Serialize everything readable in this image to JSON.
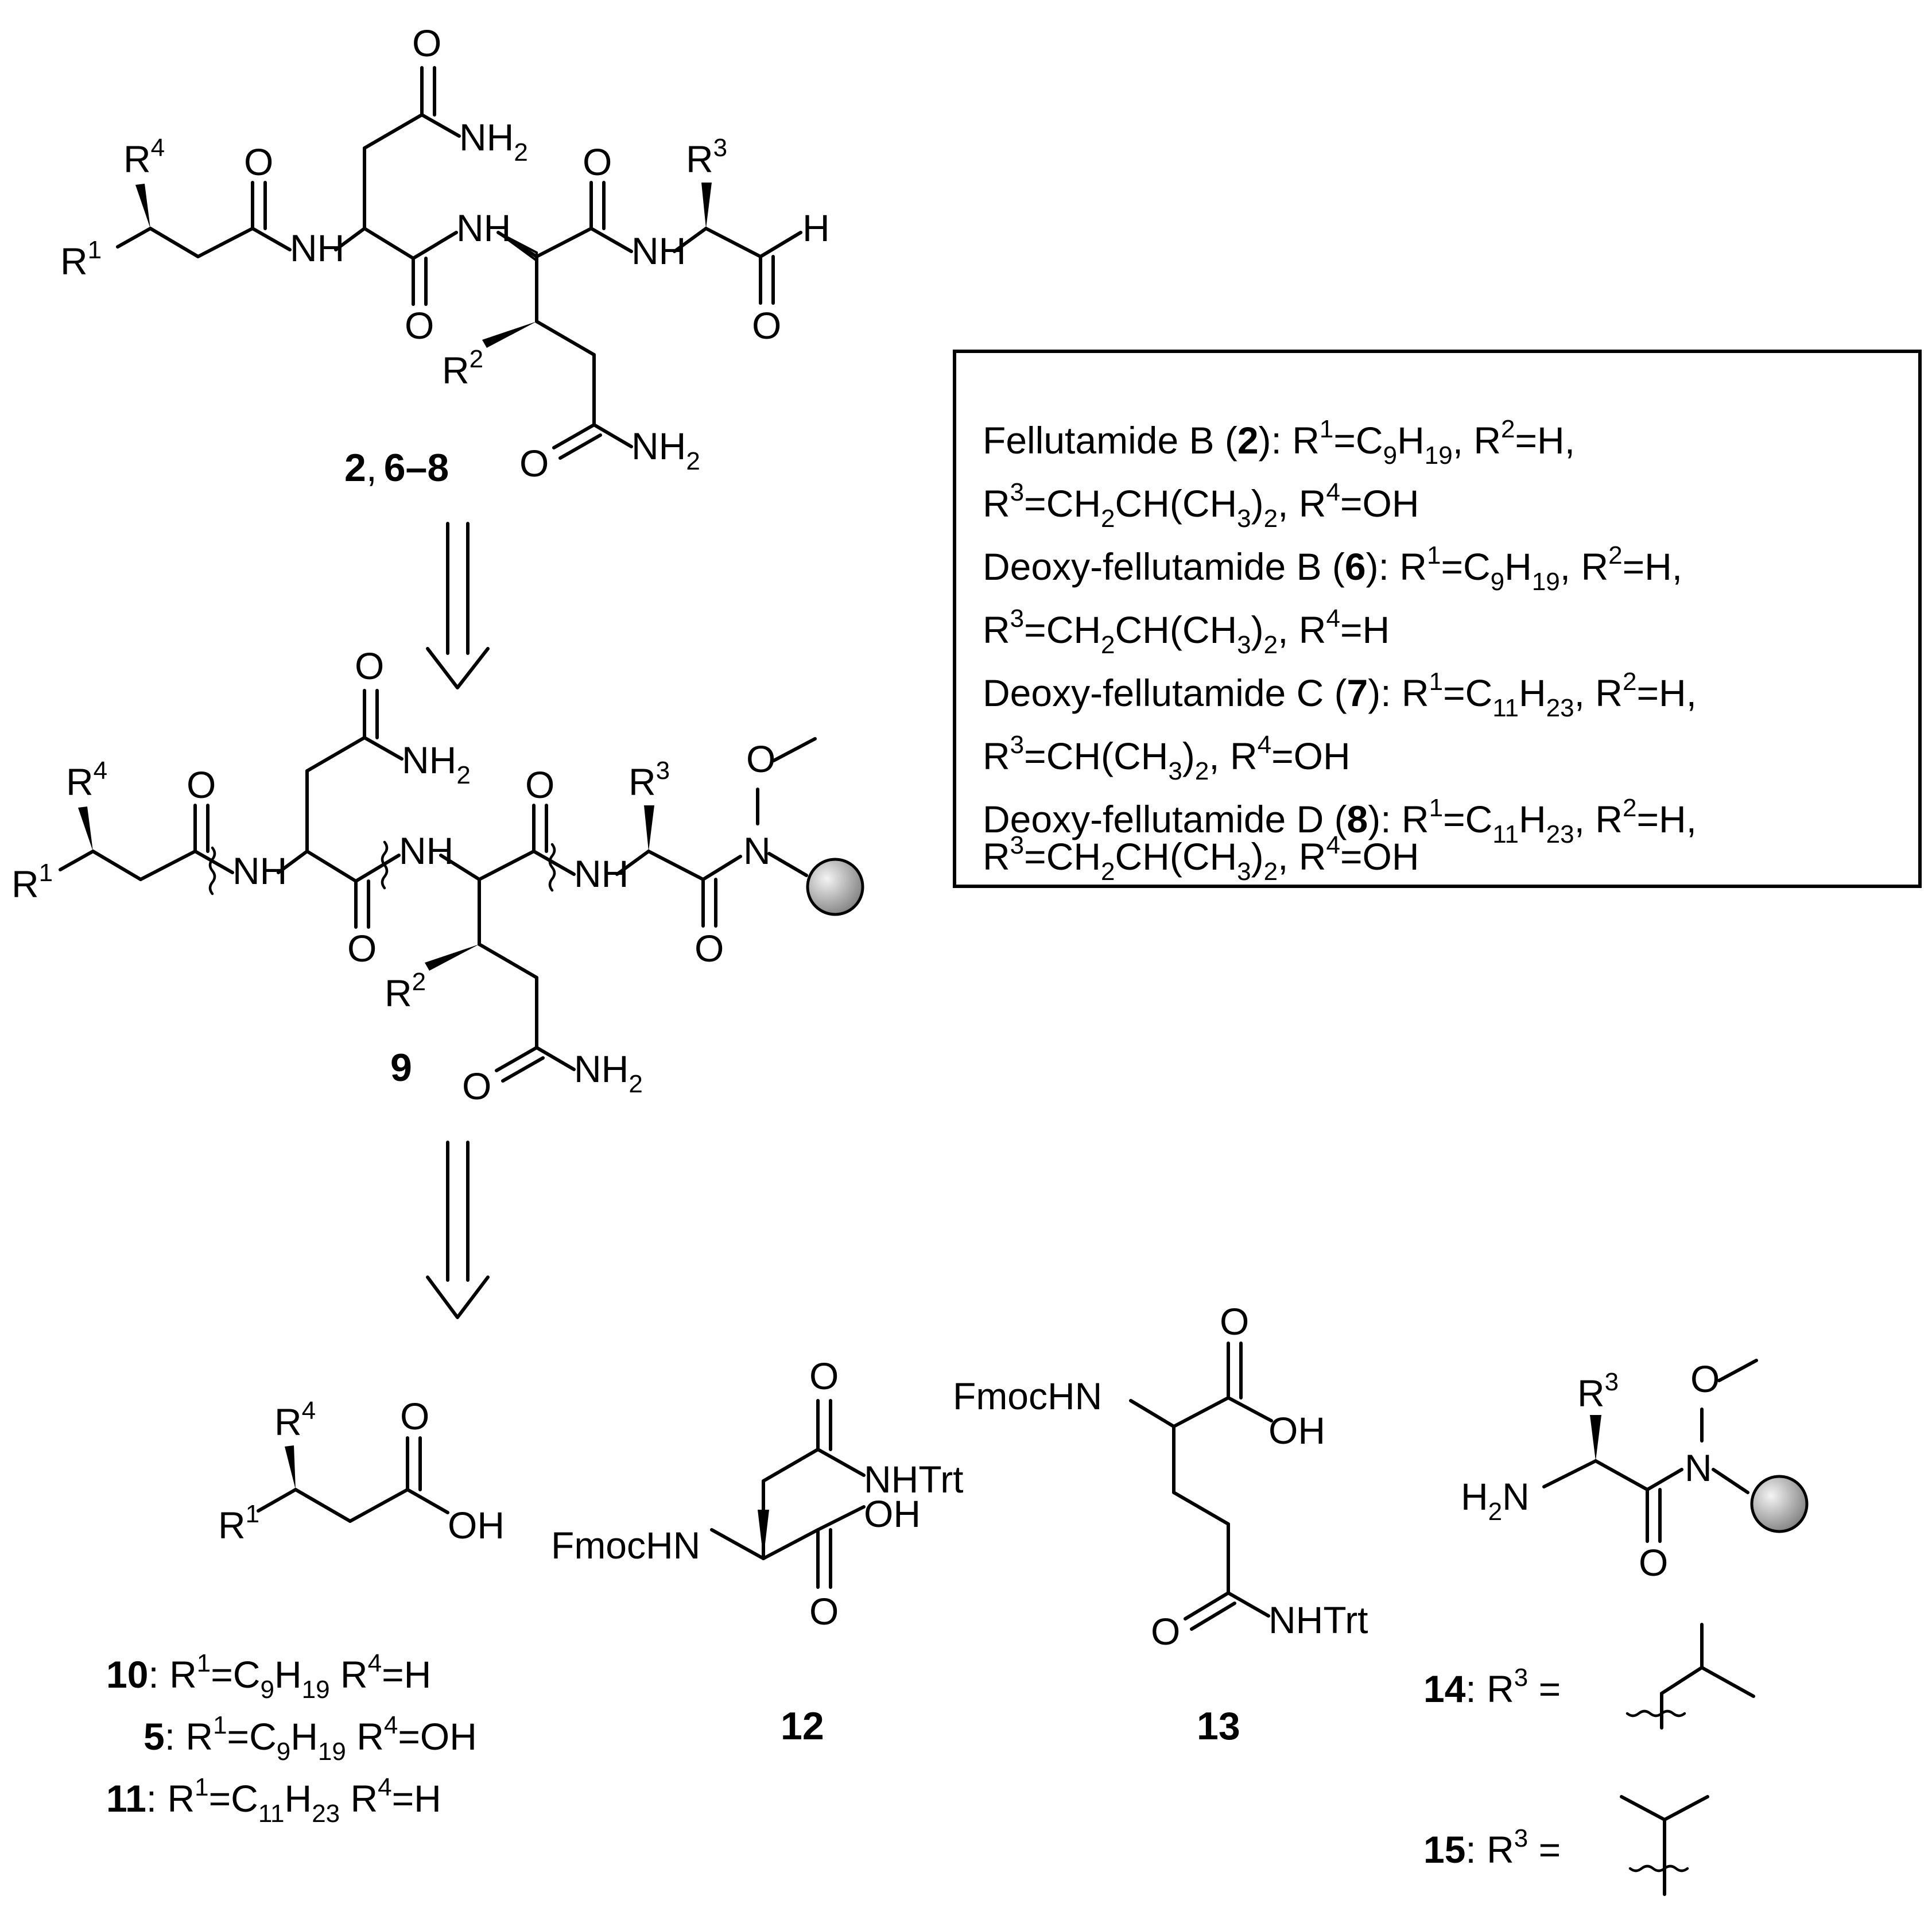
{
  "top_structure": {
    "atoms": {
      "o1": "O",
      "o2": "O",
      "o3": "O",
      "o4": "O",
      "o5": "O",
      "o6": "O",
      "nh2_a": "NH",
      "nh2_b": "NH",
      "nh_1": "NH",
      "nh_2": "NH",
      "nh_3": "NH",
      "h_ald": "H"
    },
    "sub_2": "2",
    "r_groups": {
      "r1": "R",
      "r1_sup": "1",
      "r2": "R",
      "r2_sup": "2",
      "r3": "R",
      "r3_sup": "3",
      "r4": "R",
      "r4_sup": "4"
    },
    "compound_label": {
      "a": "2",
      ",": ",",
      "b": "6–8"
    }
  },
  "table": {
    "rows": [
      {
        "name": "Fellutamide B (",
        "num": "2",
        "rest": "): R",
        "s1": "1",
        "t1": "=C",
        "s2": "9",
        "t2": "H",
        "s3": "19",
        "t3": ", R",
        "s4": "2",
        "t4": "=H,"
      },
      {
        "a": "R",
        "s1": "3",
        "b": "=CH",
        "s2": "2",
        "c": "CH(CH",
        "s3": "3",
        "d": ")",
        "s4": "2",
        "e": ", R",
        "s5": "4",
        "f": "=OH"
      },
      {
        "name": "Deoxy-fellutamide B (",
        "num": "6",
        "rest": "): R",
        "s1": "1",
        "t1": "=C",
        "s2": "9",
        "t2": "H",
        "s3": "19",
        "t3": ", R",
        "s4": "2",
        "t4": "=H,"
      },
      {
        "a": "R",
        "s1": "3",
        "b": "=CH",
        "s2": "2",
        "c": "CH(CH",
        "s3": "3",
        "d": ")",
        "s4": "2",
        "e": ", R",
        "s5": "4",
        "f": "=H"
      },
      {
        "name": "Deoxy-fellutamide C (",
        "num": "7",
        "rest": "): R",
        "s1": "1",
        "t1": "=C",
        "s2": "11",
        "t2": "H",
        "s3": "23",
        "t3": ", R",
        "s4": "2",
        "t4": "=H,"
      },
      {
        "a": "R",
        "s1": "3",
        "b": "=CH(CH",
        "s2": "3",
        "c": ")",
        "s3": "2",
        "e": ", R",
        "s5": "4",
        "f": "=OH"
      },
      {
        "name": "Deoxy-fellutamide D (",
        "num": "8",
        "rest": "): R",
        "s1": "1",
        "t1": "=C",
        "s2": "11",
        "t2": "H",
        "s3": "23",
        "t3": ", R",
        "s4": "2",
        "t4": "=H,"
      },
      {
        "a": "R",
        "s1": "3",
        "b": "=CH",
        "s2": "2",
        "c": "CH(CH",
        "s3": "3",
        "d": ")",
        "s4": "2",
        "e": ", R",
        "s5": "4",
        "f": "=OH"
      }
    ]
  },
  "middle_structure": {
    "label": "9"
  },
  "bottom": {
    "fmochn": "FmocHN",
    "nhtrt": "NHTrt",
    "oh": "OH",
    "h2n": "H",
    "label_12": "12",
    "label_13": "13",
    "acid_labels": [
      {
        "num": "10",
        "a": ": R",
        "s1": "1",
        "b": "=C",
        "s2": "9",
        "c": "H",
        "s3": "19",
        "d": " R",
        "s4": "4",
        "e": "=H"
      },
      {
        "num": "5",
        "a": ": R",
        "s1": "1",
        "b": "=C",
        "s2": "9",
        "c": "H",
        "s3": "19",
        "d": " R",
        "s4": "4",
        "e": "=OH"
      },
      {
        "num": "11",
        "a": ": R",
        "s1": "1",
        "b": "=C",
        "s2": "11",
        "c": "H",
        "s3": "23",
        "d": " R",
        "s4": "4",
        "e": "=H"
      }
    ],
    "r3_labels": [
      {
        "num": "14",
        "a": ": R",
        "s1": "3",
        "b": " ="
      },
      {
        "num": "15",
        "a": ": R",
        "s1": "3",
        "b": " ="
      }
    ]
  },
  "colors": {
    "ink": "#000000",
    "bead_light": "#f4f4f4",
    "bead_dark": "#7a7a7a"
  }
}
